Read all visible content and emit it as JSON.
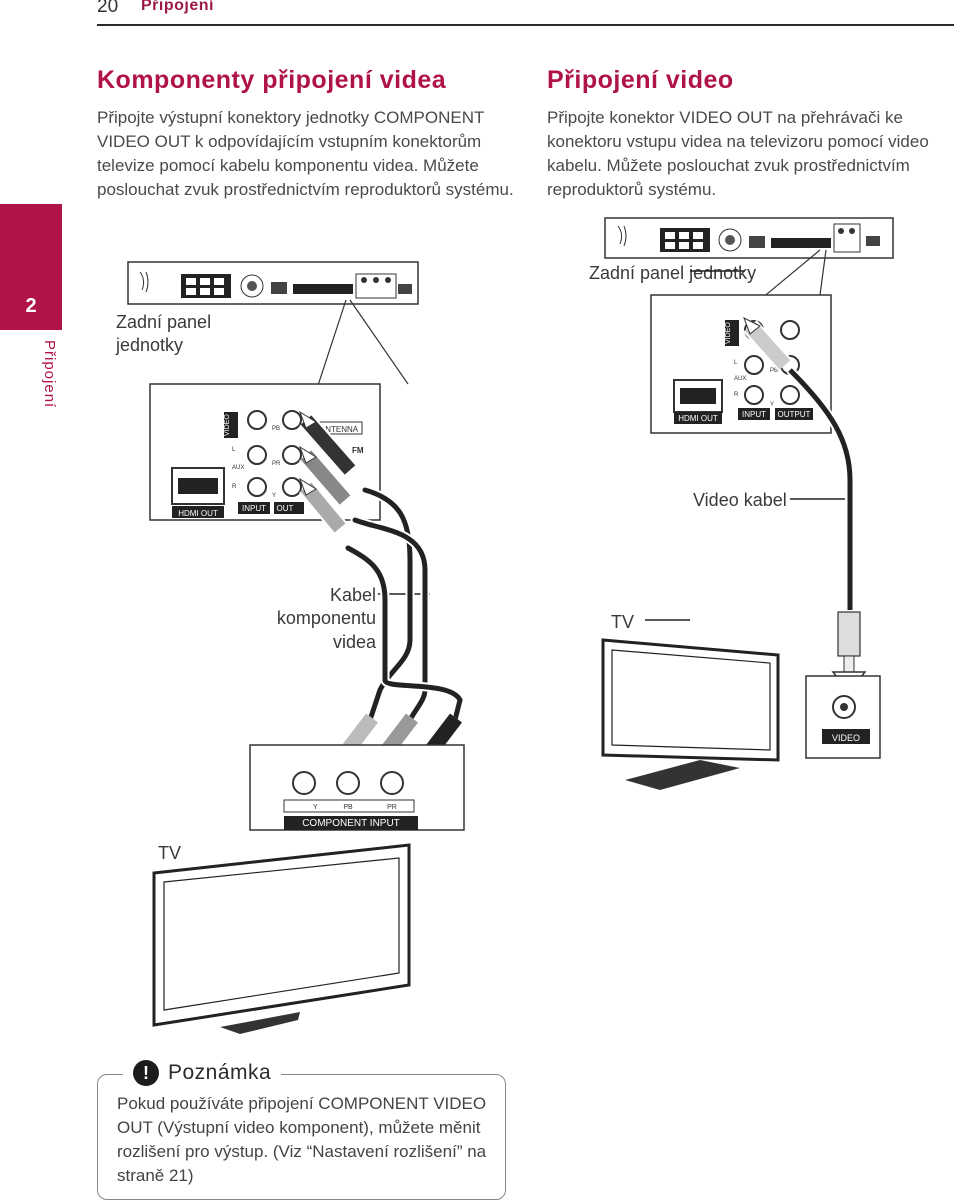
{
  "header": {
    "page_number": "20",
    "section": "Připojení"
  },
  "side_tab": {
    "number": "2",
    "label": "Připojení"
  },
  "left": {
    "title": "Komponenty připojení videa",
    "body": "Připojte výstupní konektory jednotky COMPONENT VIDEO OUT k odpovídajícím vstupním konektorům televize pomocí kabelu komponentu videa. Můžete poslouchat zvuk prostřednictvím reproduktorů systému.",
    "label_unit_line1": "Zadní panel",
    "label_unit_line2": "jednotky",
    "label_cable_line1": "Kabel",
    "label_cable_line2": "komponentu",
    "label_cable_line3": "videa",
    "label_tv": "TV"
  },
  "right": {
    "title": "Připojení video",
    "body": "Připojte konektor VIDEO OUT na přehrávači ke konektoru vstupu videa na televizoru pomocí video kabelu. Můžete poslouchat zvuk prostřednictvím reproduktorů systému.",
    "label_unit": "Zadní panel jednotky",
    "label_cable": "Video kabel",
    "label_tv": "TV"
  },
  "connector_labels": {
    "video_out": "VIDEO OUT",
    "antenna": "ANTENNA",
    "fm": "FM",
    "aux": "AUX",
    "l": "L",
    "r": "R",
    "input": "INPUT",
    "output": "OUTPUT",
    "out": "OUT",
    "hdmi_out": "HDMI OUT",
    "pb": "PB",
    "pr": "PR",
    "y": "Y",
    "component_input": "COMPONENT INPUT",
    "video": "VIDEO"
  },
  "note": {
    "icon": "!",
    "title": "Poznámka",
    "text": "Pokud používáte připojení COMPONENT VIDEO OUT (Výstupní video komponent), můžete měnit rozlišení pro výstup. (Viz “Nastavení rozlišení” na straně 21)"
  },
  "colors": {
    "accent": "#b0124a",
    "rule": "#2a2a2a"
  }
}
